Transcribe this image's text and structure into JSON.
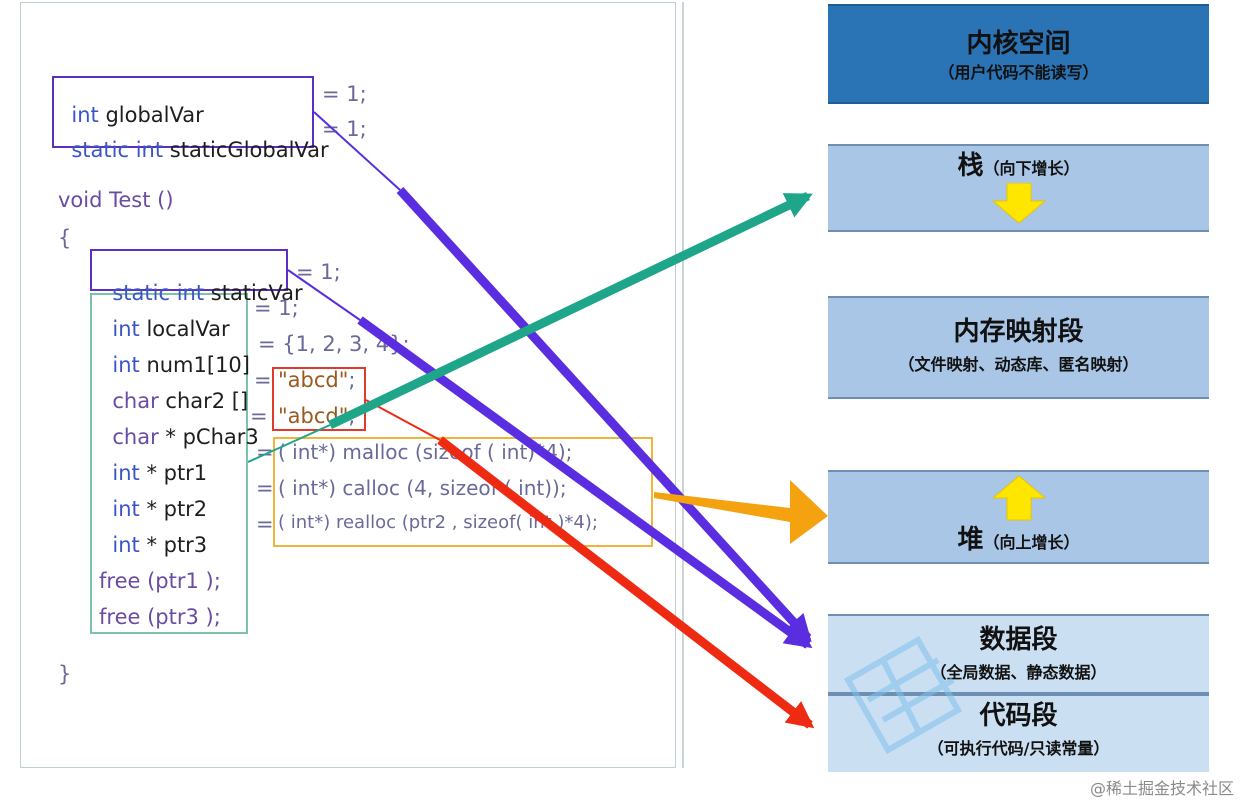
{
  "code": {
    "global_var": {
      "type": "int",
      "name": "globalVar",
      "init": "= 1;"
    },
    "static_global_var": {
      "type": "static int",
      "name": "staticGlobalVar",
      "init": "= 1;"
    },
    "func_header": "void Test ()",
    "brace_open": "{",
    "static_var": {
      "type": "static int",
      "name": "staticVar",
      "init": "= 1;"
    },
    "local_var": {
      "type": "int",
      "name": "localVar",
      "init": "= 1;"
    },
    "num1": {
      "type": "int",
      "name": "num1[10]",
      "init": "= {1, 2, 3, 4};"
    },
    "char2": {
      "type": "char",
      "name": "char2 []",
      "eq": "=",
      "str": "\"abcd\"",
      "semi": ";"
    },
    "pchar3": {
      "type": "char",
      "name": "* pChar3",
      "eq": "=",
      "str": "\"abcd\"",
      "semi": ";"
    },
    "ptr1": {
      "type": "int",
      "name": "* ptr1",
      "eq": "=",
      "expr": "( int*) malloc (sizeof ( int)*4);"
    },
    "ptr2": {
      "type": "int",
      "name": "* ptr2",
      "eq": "=",
      "expr": "( int*) calloc (4, sizeof ( int));"
    },
    "ptr3": {
      "type": "int",
      "name": "* ptr3",
      "eq": "=",
      "expr": "( int*) realloc (ptr2 , sizeof( int )*4);"
    },
    "free1": "free (ptr1 );",
    "free3": "free (ptr3 );",
    "brace_close": "}"
  },
  "memory": {
    "kernel": {
      "title": "内核空间",
      "sub": "（用户代码不能读写）"
    },
    "stack": {
      "title": "栈",
      "sub": "（向下增长）"
    },
    "mmap": {
      "title": "内存映射段",
      "sub": "（文件映射、动态库、匿名映射）"
    },
    "heap": {
      "title": "堆",
      "sub": "（向上增长）"
    },
    "data": {
      "title": "数据段",
      "sub": "（全局数据、静态数据）"
    },
    "code": {
      "title": "代码段",
      "sub": "（可执行代码/只读常量）"
    }
  },
  "colors": {
    "kernel": "#2a73b5",
    "segment": "#a9c6e6",
    "arrow_purple": "#5a2de0",
    "arrow_teal": "#1fa58a",
    "arrow_orange": "#f4a20f",
    "arrow_red": "#ef2a12",
    "growth_arrow": "#ffe600"
  },
  "watermark": "@稀土掘金技术社区"
}
